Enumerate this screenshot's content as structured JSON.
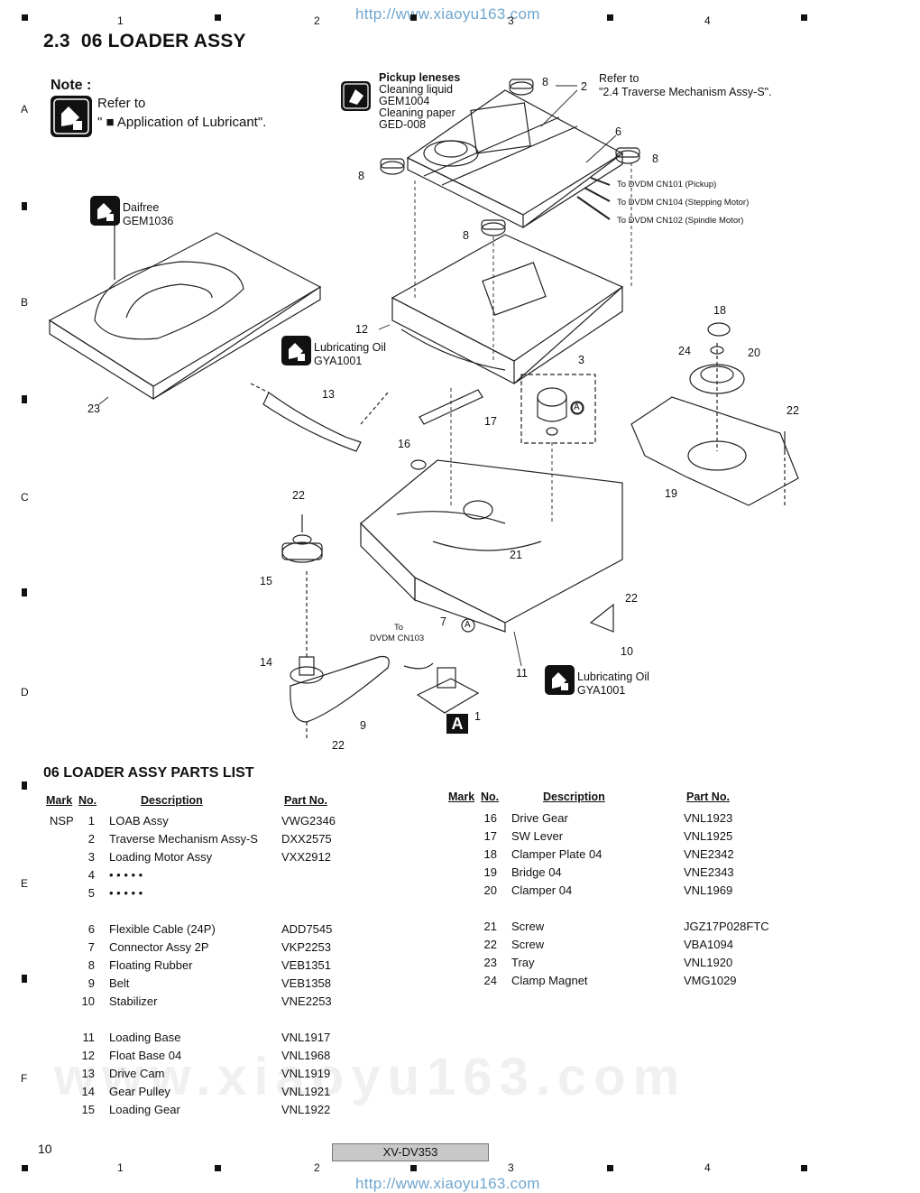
{
  "header_url": "http://www.xiaoyu163.com",
  "footer_url": "http://www.xiaoyu163.com",
  "columns": [
    "1",
    "2",
    "3",
    "4"
  ],
  "rows": [
    "A",
    "B",
    "C",
    "D",
    "E",
    "F"
  ],
  "section_title": "2.3  06 LOADER ASSY",
  "note": {
    "heading": "Note :",
    "line1": "Refer to",
    "line2": "\" ■ Application of Lubricant\"."
  },
  "pickup": {
    "title": "Pickup leneses",
    "lines": [
      "Cleaning liquid",
      "GEM1004",
      "Cleaning paper",
      "GED-008"
    ]
  },
  "refer_traverse": [
    "Refer to",
    "\"2.4 Traverse Mechanism Assy-S\"."
  ],
  "connections": [
    "To DVDM CN101 (Pickup)",
    "To DVDM CN104 (Stepping Motor)",
    "To DVDM CN102 (Spindle Motor)"
  ],
  "daifree": [
    "Daifree",
    "GEM1036"
  ],
  "lub1": [
    "Lubricating Oil",
    "GYA1001"
  ],
  "lub2": [
    "Lubricating Oil",
    "GYA1001"
  ],
  "to_cn103": [
    "To",
    "DVDM CN103"
  ],
  "callouts": [
    "8",
    "2",
    "6",
    "8",
    "8",
    "8",
    "12",
    "18",
    "24",
    "20",
    "3",
    "13",
    "17",
    "23",
    "16",
    "22",
    "22",
    "19",
    "21",
    "15",
    "7",
    "22",
    "10",
    "14",
    "11",
    "1",
    "9",
    "22"
  ],
  "marker_a": "A",
  "circle_a": "A",
  "parts_list_title": "06 LOADER ASSY PARTS LIST",
  "table_headers": {
    "mark": "Mark",
    "no": "No.",
    "desc": "Description",
    "part": "Part No."
  },
  "parts_left": [
    {
      "mark": "NSP",
      "no": "1",
      "desc": "LOAB Assy",
      "part": "VWG2346"
    },
    {
      "mark": "",
      "no": "2",
      "desc": "Traverse Mechanism Assy-S",
      "part": "DXX2575"
    },
    {
      "mark": "",
      "no": "3",
      "desc": "Loading Motor Assy",
      "part": "VXX2912"
    },
    {
      "mark": "",
      "no": "4",
      "desc": "• • • • •",
      "part": ""
    },
    {
      "mark": "",
      "no": "5",
      "desc": "• • • • •",
      "part": ""
    },
    {
      "mark": "",
      "no": "6",
      "desc": "Flexible Cable (24P)",
      "part": "ADD7545"
    },
    {
      "mark": "",
      "no": "7",
      "desc": "Connector Assy 2P",
      "part": "VKP2253"
    },
    {
      "mark": "",
      "no": "8",
      "desc": "Floating Rubber",
      "part": "VEB1351"
    },
    {
      "mark": "",
      "no": "9",
      "desc": "Belt",
      "part": "VEB1358"
    },
    {
      "mark": "",
      "no": "10",
      "desc": "Stabilizer",
      "part": "VNE2253"
    },
    {
      "mark": "",
      "no": "11",
      "desc": "Loading Base",
      "part": "VNL1917"
    },
    {
      "mark": "",
      "no": "12",
      "desc": "Float Base 04",
      "part": "VNL1968"
    },
    {
      "mark": "",
      "no": "13",
      "desc": "Drive Cam",
      "part": "VNL1919"
    },
    {
      "mark": "",
      "no": "14",
      "desc": "Gear Pulley",
      "part": "VNL1921"
    },
    {
      "mark": "",
      "no": "15",
      "desc": "Loading Gear",
      "part": "VNL1922"
    }
  ],
  "parts_right": [
    {
      "mark": "",
      "no": "16",
      "desc": "Drive Gear",
      "part": "VNL1923"
    },
    {
      "mark": "",
      "no": "17",
      "desc": "SW Lever",
      "part": "VNL1925"
    },
    {
      "mark": "",
      "no": "18",
      "desc": "Clamper Plate 04",
      "part": "VNE2342"
    },
    {
      "mark": "",
      "no": "19",
      "desc": "Bridge 04",
      "part": "VNE2343"
    },
    {
      "mark": "",
      "no": "20",
      "desc": "Clamper 04",
      "part": "VNL1969"
    },
    {
      "mark": "",
      "no": "21",
      "desc": "Screw",
      "part": "JGZ17P028FTC"
    },
    {
      "mark": "",
      "no": "22",
      "desc": "Screw",
      "part": "VBA1094"
    },
    {
      "mark": "",
      "no": "23",
      "desc": "Tray",
      "part": "VNL1920"
    },
    {
      "mark": "",
      "no": "24",
      "desc": "Clamp Magnet",
      "part": "VMG1029"
    }
  ],
  "page_number": "10",
  "model": "XV-DV353"
}
